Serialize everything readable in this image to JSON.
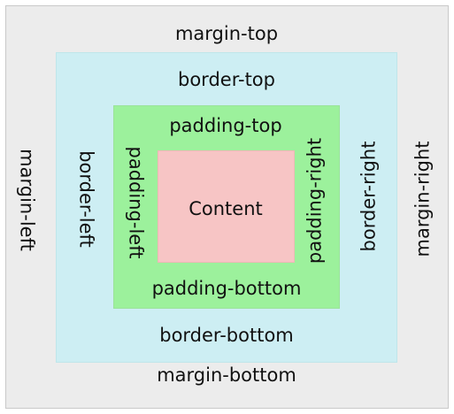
{
  "colors": {
    "margin": "#ececec",
    "border": "#cdeef3",
    "padding": "#9cf19c",
    "content": "#f7c5c5"
  },
  "labels": {
    "margin_top": "margin-top",
    "margin_left": "margin-left",
    "margin_right": "margin-right",
    "margin_bottom": "margin-bottom",
    "border_top": "border-top",
    "border_left": "border-left",
    "border_right": "border-right",
    "border_bottom": "border-bottom",
    "padding_top": "padding-top",
    "padding_left": "padding-left",
    "padding_right": "padding-right",
    "padding_bottom": "padding-bottom",
    "content": "Content"
  }
}
